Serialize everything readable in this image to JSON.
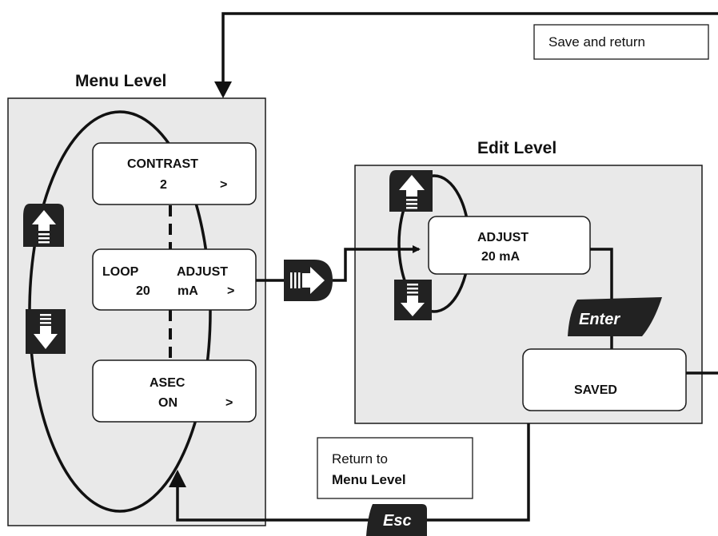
{
  "menu_level": {
    "title": "Menu Level",
    "contrast": {
      "line1": "CONTRAST",
      "value": "2",
      "arrow": ">"
    },
    "loop": {
      "line1_left": "LOOP",
      "line1_right": "ADJUST",
      "value": "20",
      "unit": "mA",
      "arrow": ">"
    },
    "asec": {
      "line1": "ASEC",
      "value": "ON",
      "arrow": ">"
    },
    "up_icon": "up-arrow-key-icon",
    "down_icon": "down-arrow-key-icon"
  },
  "edit_level": {
    "title": "Edit Level",
    "adjust": {
      "line1": "ADJUST",
      "line2": "20  mA"
    },
    "saved": "SAVED",
    "enter_key": "Enter",
    "up_icon": "up-arrow-key-icon",
    "down_icon": "down-arrow-key-icon"
  },
  "right_key_icon": "right-arrow-key-icon",
  "save_and_return": "Save and return",
  "return_note": {
    "line1": "Return to",
    "line2": "Menu Level"
  },
  "esc_key": "Esc"
}
